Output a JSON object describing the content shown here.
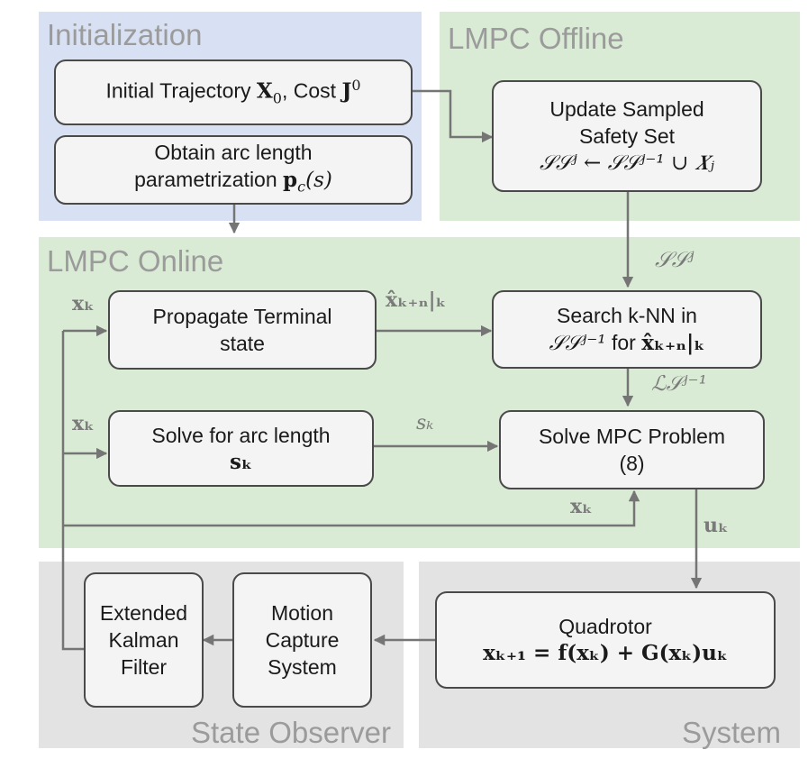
{
  "colors": {
    "init_bg": "#d8e1f3",
    "lmpc_bg": "#d9ebd4",
    "system_bg": "#e3e3e3",
    "box_fill": "#f4f4f4",
    "box_border": "#4a4a4a",
    "arrow": "#757575",
    "region_title": "#9b9b9b"
  },
  "regions": {
    "initialization": "Initialization",
    "lmpc_offline": "LMPC Offline",
    "lmpc_online": "LMPC Online",
    "state_observer": "State Observer",
    "system": "System"
  },
  "boxes": {
    "initial_trajectory": {
      "line1_a": "Initial Trajectory",
      "x": "X",
      "x_sub": "0",
      "line1_b": ", Cost",
      "j": "J",
      "j_sup": "0"
    },
    "arc_param": {
      "line1": "Obtain arc length",
      "line2_a": "parametrization",
      "p": "p",
      "p_sub": "c",
      "p_arg": "(s)"
    },
    "update_safety": {
      "line1": "Update Sampled",
      "line2": "Safety Set",
      "line3": "𝒮𝒮ʲ ← 𝒮𝒮ʲ⁻¹ ∪ 𝑿ⱼ"
    },
    "propagate": {
      "line1": "Propagate Terminal",
      "line2": "state"
    },
    "search_knn": {
      "line1": "Search k-NN in",
      "line2_a": "𝒮𝒮ʲ⁻¹",
      "line2_b": "for",
      "line2_c": "x̂ₖ₊ₙ|ₖ"
    },
    "solve_arc": {
      "line1": "Solve for arc length",
      "line2": "sₖ"
    },
    "solve_mpc": {
      "line1": "Solve MPC Problem",
      "line2": "(8)"
    },
    "quadrotor": {
      "line1": "Quadrotor",
      "line2": "xₖ₊₁ = f(xₖ) + G(xₖ)uₖ"
    },
    "motion_capture": {
      "line1": "Motion",
      "line2": "Capture",
      "line3": "System"
    },
    "ekf": {
      "line1": "Extended",
      "line2": "Kalman",
      "line3": "Filter"
    }
  },
  "edge_labels": {
    "ss_j": "𝒮𝒮ʲ",
    "xhat": "x̂ₖ₊ₙ|ₖ",
    "ls": "ℒ𝒮ʲ⁻¹",
    "s_k": "sₖ",
    "x_k": "xₖ",
    "u_k": "uₖ"
  }
}
